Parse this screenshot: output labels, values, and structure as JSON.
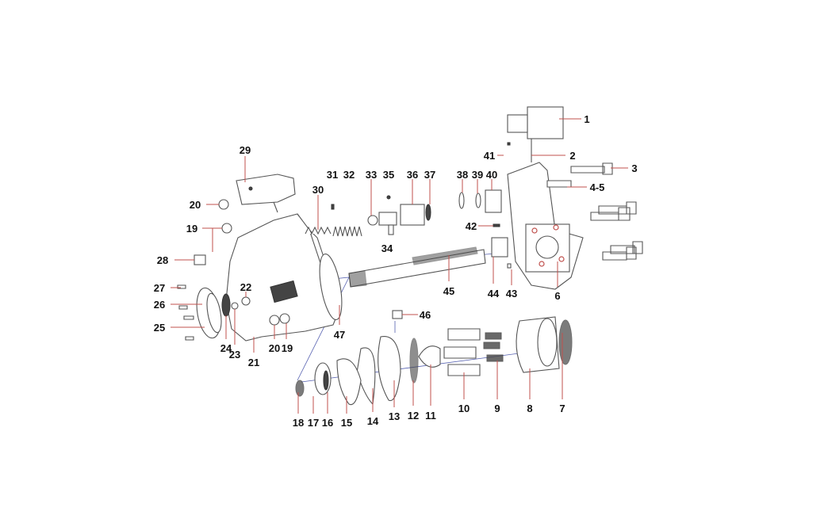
{
  "diagram": {
    "type": "exploded-parts-view",
    "labels": {
      "p1": "1",
      "p2": "2",
      "p3": "3",
      "p45": "4-5",
      "p6": "6",
      "p7": "7",
      "p8": "8",
      "p9": "9",
      "p10": "10",
      "p11": "11",
      "p12": "12",
      "p13": "13",
      "p14": "14",
      "p15": "15",
      "p16": "16",
      "p17": "17",
      "p18": "18",
      "p19a": "19",
      "p19b": "19",
      "p20a": "20",
      "p20b": "20",
      "p21": "21",
      "p22": "22",
      "p23": "23",
      "p24": "24",
      "p25": "25",
      "p26": "26",
      "p27": "27",
      "p28": "28",
      "p29": "29",
      "p30": "30",
      "p31": "31",
      "p32": "32",
      "p33": "33",
      "p34": "34",
      "p35": "35",
      "p36": "36",
      "p37": "37",
      "p38": "38",
      "p39": "39",
      "p40": "40",
      "p41": "41",
      "p42": "42",
      "p43": "43",
      "p44": "44",
      "p45s": "45",
      "p46": "46",
      "p47": "47"
    },
    "colors": {
      "leader": "#c0504d",
      "axis": "#5560b0",
      "outline": "#555555"
    }
  }
}
